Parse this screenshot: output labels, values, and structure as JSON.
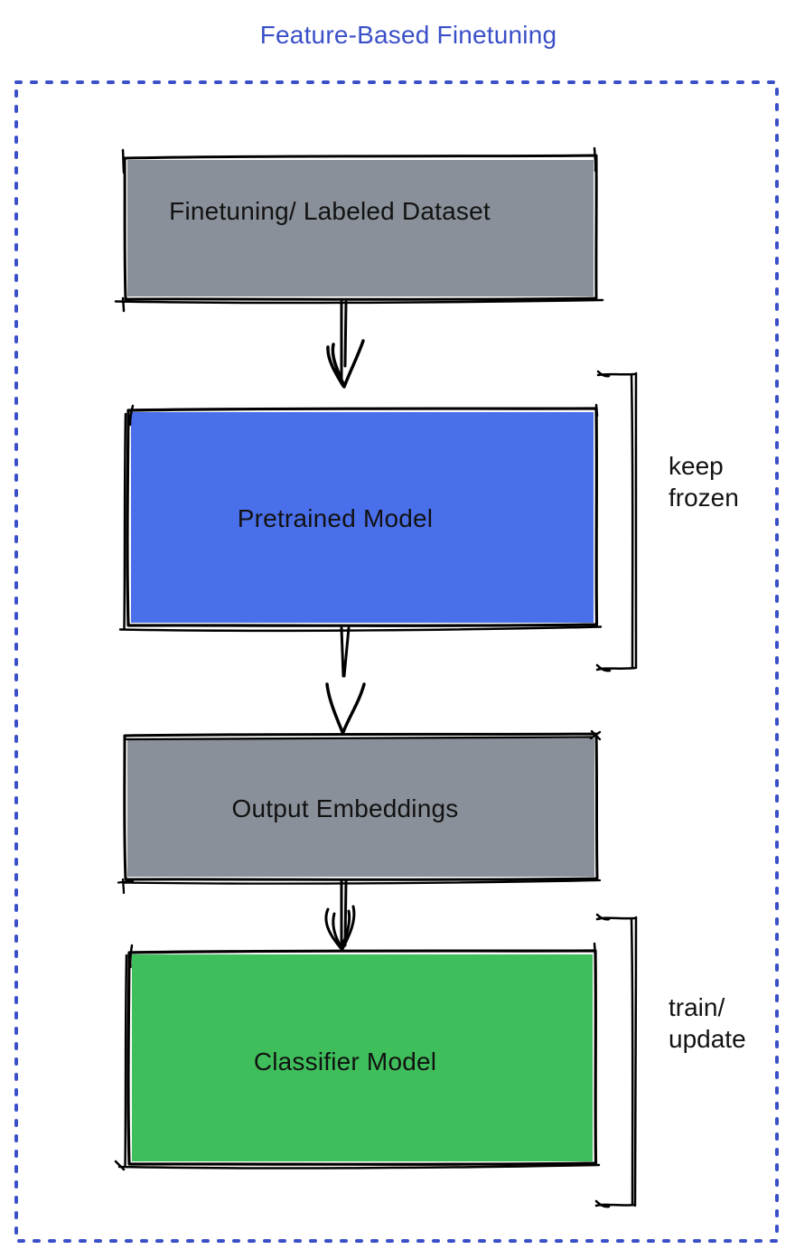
{
  "title": "Feature-Based Finetuning",
  "colors": {
    "accent_blue": "#3B50C8",
    "box_gray": "#8A9099",
    "box_blue": "#4A6FEA",
    "box_green": "#3EBF5B",
    "sketch_stroke": "#000000",
    "label_text": "#121212",
    "background": "#FFFFFF"
  },
  "diagram": {
    "nodes": [
      {
        "id": "finetuning-dataset",
        "label": "Finetuning/ Labeled Dataset",
        "fill": "#8A9099"
      },
      {
        "id": "pretrained-model",
        "label": "Pretrained Model",
        "fill": "#4A6FEA"
      },
      {
        "id": "output-embeddings",
        "label": "Output Embeddings",
        "fill": "#8A9099"
      },
      {
        "id": "classifier-model",
        "label": "Classifier Model",
        "fill": "#3EBF5B"
      }
    ],
    "annotations": [
      {
        "id": "keep-frozen",
        "target": "pretrained-model",
        "line1": "keep",
        "line2": "frozen"
      },
      {
        "id": "train-update",
        "target": "classifier-model",
        "line1": "train/",
        "line2": "update"
      }
    ],
    "flow": [
      "finetuning-dataset",
      "pretrained-model",
      "output-embeddings",
      "classifier-model"
    ]
  }
}
